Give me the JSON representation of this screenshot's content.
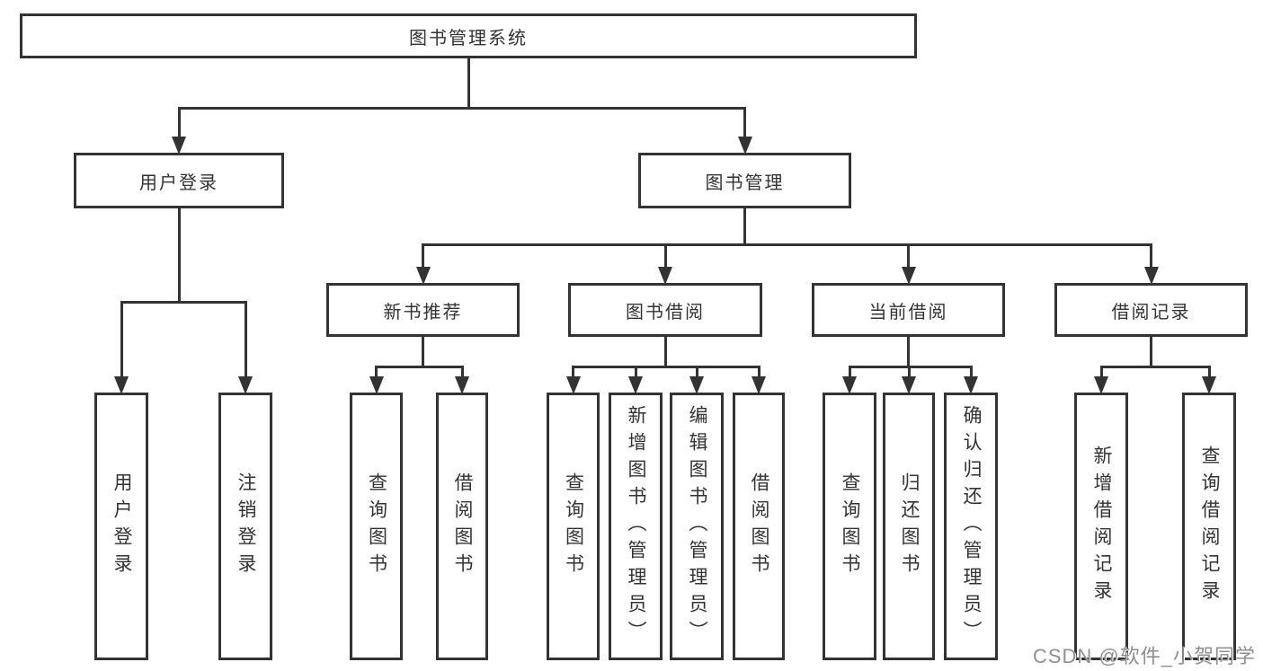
{
  "diagram": {
    "type": "tree",
    "title": "图书管理系统"
  },
  "nodes": [
    {
      "id": "root",
      "label": "图书管理系统",
      "orientation": "h"
    },
    {
      "id": "login",
      "label": "用户登录",
      "orientation": "h"
    },
    {
      "id": "mgmt",
      "label": "图书管理",
      "orientation": "h"
    },
    {
      "id": "newbook",
      "label": "新书推荐",
      "orientation": "h"
    },
    {
      "id": "borrow",
      "label": "图书借阅",
      "orientation": "h"
    },
    {
      "id": "current",
      "label": "当前借阅",
      "orientation": "h"
    },
    {
      "id": "records",
      "label": "借阅记录",
      "orientation": "h"
    },
    {
      "id": "leaf-user-login",
      "label": "用户登录",
      "orientation": "v"
    },
    {
      "id": "leaf-logout",
      "label": "注销登录",
      "orientation": "v"
    },
    {
      "id": "leaf-nb-query",
      "label": "查询图书",
      "orientation": "v"
    },
    {
      "id": "leaf-nb-borrow",
      "label": "借阅图书",
      "orientation": "v"
    },
    {
      "id": "leaf-bw-query",
      "label": "查询图书",
      "orientation": "v"
    },
    {
      "id": "leaf-bw-add",
      "label": "新增图书（管理员）",
      "orientation": "v"
    },
    {
      "id": "leaf-bw-edit",
      "label": "编辑图书（管理员）",
      "orientation": "v"
    },
    {
      "id": "leaf-bw-borrow",
      "label": "借阅图书",
      "orientation": "v"
    },
    {
      "id": "leaf-cur-query",
      "label": "查询图书",
      "orientation": "v"
    },
    {
      "id": "leaf-cur-return",
      "label": "归还图书",
      "orientation": "v"
    },
    {
      "id": "leaf-cur-confirm",
      "label": "确认归还（管理员）",
      "orientation": "v"
    },
    {
      "id": "leaf-rec-add",
      "label": "新增借阅记录",
      "orientation": "v"
    },
    {
      "id": "leaf-rec-query",
      "label": "查询借阅记录",
      "orientation": "v"
    }
  ],
  "edges": [
    {
      "from": "root",
      "to": [
        "login",
        "mgmt"
      ]
    },
    {
      "from": "login",
      "to": [
        "leaf-user-login",
        "leaf-logout"
      ]
    },
    {
      "from": "mgmt",
      "to": [
        "newbook",
        "borrow",
        "current",
        "records"
      ]
    },
    {
      "from": "newbook",
      "to": [
        "leaf-nb-query",
        "leaf-nb-borrow"
      ]
    },
    {
      "from": "borrow",
      "to": [
        "leaf-bw-query",
        "leaf-bw-add",
        "leaf-bw-edit",
        "leaf-bw-borrow"
      ]
    },
    {
      "from": "current",
      "to": [
        "leaf-cur-query",
        "leaf-cur-return",
        "leaf-cur-confirm"
      ]
    },
    {
      "from": "records",
      "to": [
        "leaf-rec-add",
        "leaf-rec-query"
      ]
    }
  ],
  "watermark": {
    "text": "CSDN @软件_小贺同学",
    "color": "#8f8f8f"
  },
  "colors": {
    "background": "#ffffff",
    "line": "#333333",
    "box_border": "#333333",
    "text": "#333333"
  }
}
